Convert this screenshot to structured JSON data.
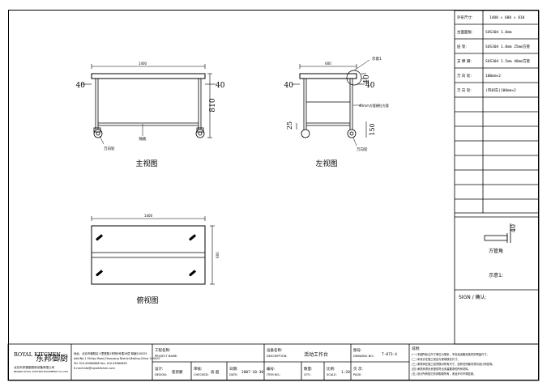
{
  "spec_panel": {
    "rows": [
      {
        "label": "外形尺寸:",
        "value": "1400 × 600 × 810"
      },
      {
        "label": "台面面板:",
        "value": "SUS304 1.0mm"
      },
      {
        "label": "层 架:",
        "value": "SUS304 1.0mm 25mm方管"
      },
      {
        "label": "支 撑 脚:",
        "value": "SUS304 1.5mm 40mm方管"
      },
      {
        "label": "万 向 轮:",
        "value": "100mm×2"
      },
      {
        "label": "万 向 轮:",
        "value": "(带刹车)100mm×2"
      }
    ],
    "section_label": "方管角",
    "section_dim": "40",
    "hint_label": "示意1:",
    "sign_label": "SIGN / 确认:"
  },
  "views": {
    "front": {
      "title": "主视图",
      "width_label": "1400",
      "left_dim": "40",
      "right_dim": "40",
      "height_dim": "810",
      "shelf_label": "隔板",
      "wheel_label": "万向轮"
    },
    "side": {
      "title": "左视图",
      "width_label": "600",
      "callout": "示意1",
      "top_dim_right": "40",
      "left_dim": "40",
      "right_dim": "40",
      "tube_label": "40mm方管横拉方管",
      "side_dim_left": "25",
      "side_dim_right": "150",
      "wheel_label": "万向轮"
    },
    "top": {
      "title": "俯视图",
      "width_label": "1400",
      "depth_label": "600"
    }
  },
  "title_block": {
    "company_en": "ROYAL KITCHEN",
    "company_cn": "东邦御厨",
    "company_sub": "北京东邦御厨厨房设备有限公司",
    "company_sub_en": "BEIJING ROYAL KITCHEN EQUIPMENT CO.,LTD",
    "address_cn": "地址：北京市朝阳区十里堡路1号院8号楼26层 邮编100025",
    "address_en": "Add:No.1 Shilipu Road,Chaoyang District,Beijing,China 100025",
    "tel": "Tel:  010-65080888  Fax: 010-65080899",
    "email": "E-mail:info@royalkitchen.com",
    "project_label": "工程名称:",
    "project_label_en": "PROJECT NAME:",
    "design_label": "设计:",
    "design_label_en": "DESIGN:",
    "designer": "崔新鹏",
    "check_label": "审核:",
    "check_label_en": "CHECKED:",
    "checker": "高 超",
    "date_label": "日期:",
    "date_label_en": "DATE:",
    "date_value": "2007-10-30",
    "desc_label": "设备名称:",
    "desc_label_en": "DESCRIPTION:",
    "desc_value": "活动工作台",
    "item_label": "编号:",
    "item_label_en": "ITEM NO.:",
    "qty_label": "数量:",
    "qty_label_en": "QTY.:",
    "scale_label": "比例:",
    "scale_label_en": "SCALE:",
    "scale_value": "1:20",
    "drawing_label": "图号:",
    "drawing_label_en": "DRAWING NO.:",
    "drawing_value": "T-073-4",
    "page_label": "页 次:",
    "page_label_en": "PAGE:",
    "notes_title": "说明:",
    "notes": [
      "(一) 本图所标注尺寸单位为毫米，不包括设备安装时的预留尺寸。",
      "(二) 本设计在施工前应与现场核实尺寸。",
      "(三) 承揽商在施工前须核对所有尺寸，如有任何疑问须向设计师查询。",
      "(四) 承揽商须负责提供符合安装要求的所有材料。",
      "(五) 设计所有权归东邦御厨所有，未经许可不得复制。"
    ]
  }
}
